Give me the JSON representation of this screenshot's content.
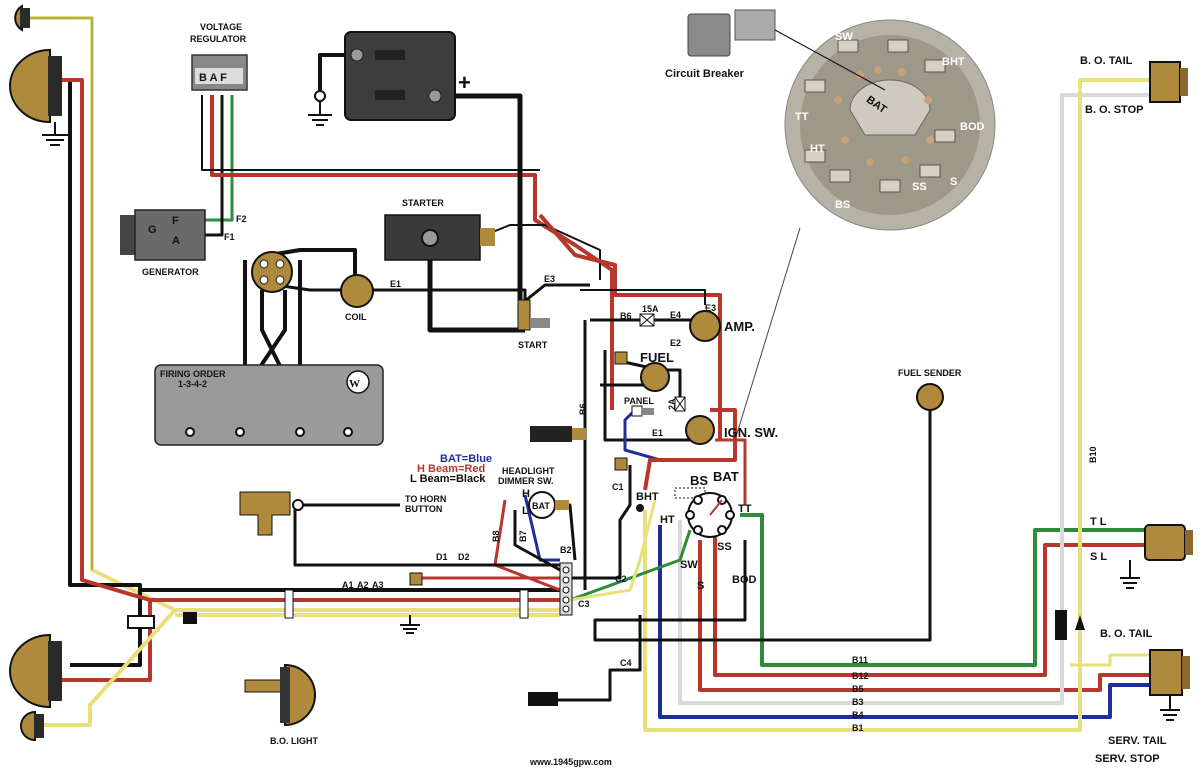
{
  "colors": {
    "red": "#b7372d",
    "black": "#111111",
    "green": "#2e8b3a",
    "blue": "#1f2f9a",
    "yellow": "#e8e07a",
    "white_wire": "#d9d9d9",
    "brass": "#b08a3c",
    "panel_grey": "#9a9a9a"
  },
  "components": {
    "voltage_regulator": {
      "title_line1": "VOLTAGE",
      "title_line2": "REGULATOR",
      "terminals": "B A F"
    },
    "generator": {
      "label": "GENERATOR",
      "terminal_f": "F",
      "terminal_g": "G",
      "terminal_a": "A",
      "wire_f2": "F2",
      "wire_f1": "F1"
    },
    "battery": {
      "positive": "+"
    },
    "starter": {
      "label": "STARTER",
      "switch_label": "START"
    },
    "coil": {
      "label": "COIL",
      "wire": "E1"
    },
    "firing_order": {
      "line1": "FIRING ORDER",
      "line2": "1-3-4-2"
    },
    "circuit_breaker": {
      "label": "Circuit Breaker"
    },
    "switch_detail": {
      "bat": "BAT",
      "sw": "SW",
      "bht": "BHT",
      "tt": "TT",
      "bod": "BOD",
      "ht": "HT",
      "ss": "SS",
      "s": "S",
      "bs": "BS"
    },
    "amp": {
      "label": "AMP."
    },
    "fuel": {
      "label": "FUEL"
    },
    "panel": {
      "label": "PANEL"
    },
    "ign_sw": {
      "label": "IGN. SW."
    },
    "fuel_sender": {
      "label": "FUEL SENDER"
    },
    "horn": {
      "label_line1": "TO HORN",
      "label_line2": "BUTTON"
    },
    "legend": {
      "bat": "BAT=Blue",
      "hbeam": "H Beam=Red",
      "lbeam": "L Beam=Black"
    },
    "dimmer": {
      "line1": "HEADLIGHT",
      "line2": "DIMMER SW.",
      "h": "H",
      "l": "L",
      "bat": "BAT"
    },
    "bo_light": {
      "label": "B.O. LIGHT"
    },
    "rear_right": {
      "bo_tail_top": "B. O. TAIL",
      "bo_stop": "B. O. STOP",
      "tl": "T L",
      "sl": "S L",
      "bo_tail_bottom": "B. O. TAIL",
      "serv_tail": "SERV. TAIL",
      "serv_stop": "SERV. STOP"
    },
    "main_switch": {
      "bs": "BS",
      "bat": "BAT",
      "bht": "BHT",
      "tt": "TT",
      "ht": "HT",
      "ss": "SS",
      "sw": "SW",
      "s": "S",
      "bod": "BOD"
    }
  },
  "wire_labels": {
    "e3_top": "E3",
    "b6": "B6",
    "fuse15": "15A",
    "e4": "E4",
    "e3": "E3",
    "e2": "E2",
    "fuse2": "2A",
    "e1": "E1",
    "b6_vert": "B6",
    "c1": "C1",
    "d1": "D1",
    "d2": "D2",
    "a1": "A1",
    "a2": "A2",
    "a3": "A3",
    "b8": "B8",
    "b7": "B7",
    "b2": "B2",
    "c2": "C2",
    "c3": "C3",
    "c4": "C4",
    "b10": "B10",
    "b11": "B11",
    "b12": "B12",
    "b5": "B5",
    "b3": "B3",
    "b4": "B4",
    "b1": "B1"
  },
  "footer": {
    "url": "www.1945gpw.com"
  }
}
